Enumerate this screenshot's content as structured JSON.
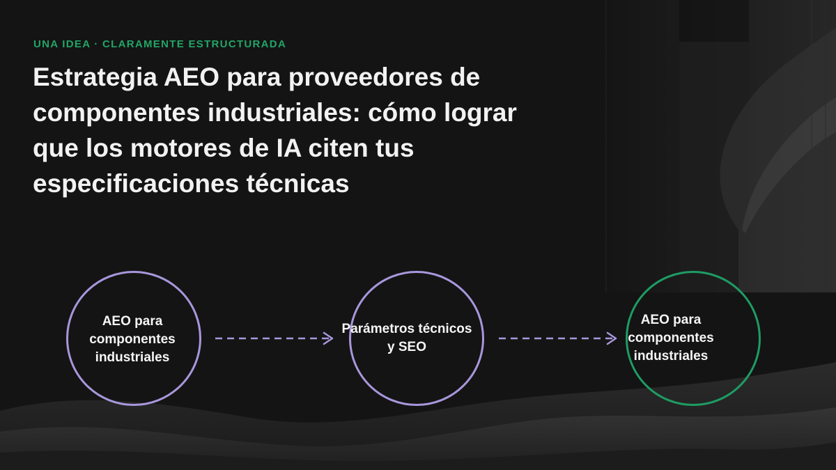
{
  "slide": {
    "kicker": "UNA IDEA · CLARAMENTE ESTRUCTURADA",
    "title": "Estrategia AEO para proveedores de componentes industriales: cómo lograr que los motores de IA citen tus especificaciones técnicas"
  },
  "flow": {
    "nodes": [
      {
        "label": "AEO para componentes industriales",
        "color": "#a897dc"
      },
      {
        "label": "Parámetros técnicos y SEO",
        "color": "#a897dc"
      },
      {
        "label": "AEO para componentes industriales",
        "color": "#1e9c63"
      }
    ],
    "connector_color": "#a897dc",
    "connector_style": "dashed-arrow"
  },
  "theme": {
    "background": "#141414",
    "accent": "#22a567",
    "title_color": "#f2f2f2"
  }
}
